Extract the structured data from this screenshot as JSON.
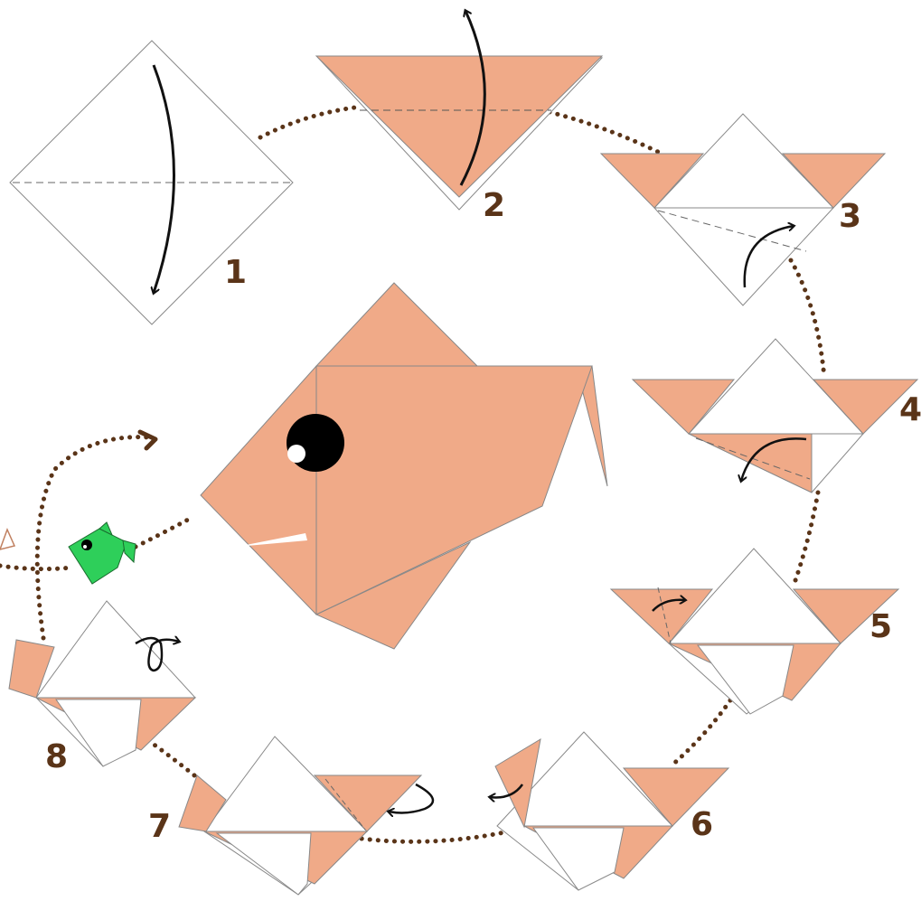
{
  "colors": {
    "paper_colored": "#f0aa88",
    "paper_white": "#ffffff",
    "outline": "#888888",
    "crease": "#666666",
    "arrow": "#111111",
    "dots": "#5a3418",
    "label": "#5a3418",
    "fish_green": "#2ecf5a",
    "eye": "#000000"
  },
  "steps": [
    {
      "number": "1"
    },
    {
      "number": "2"
    },
    {
      "number": "3"
    },
    {
      "number": "4"
    },
    {
      "number": "5"
    },
    {
      "number": "6"
    },
    {
      "number": "7"
    },
    {
      "number": "8"
    }
  ],
  "icons": {
    "fold_arrow": "fold-arrow-icon",
    "flip_over": "flip-over-loop-icon",
    "finished_model": "goldfish"
  }
}
